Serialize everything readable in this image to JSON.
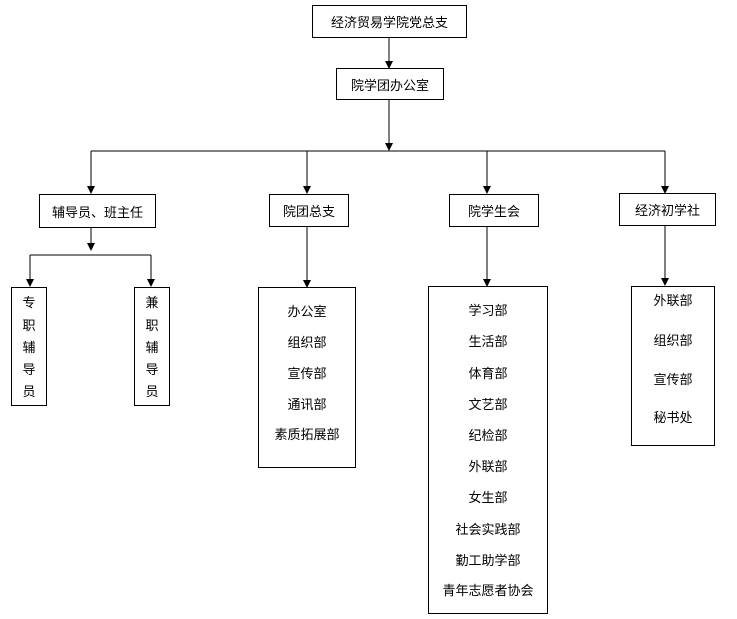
{
  "root": "经济贸易学院党总支",
  "office": "院学团办公室",
  "branches": {
    "counselor": "辅导员、班主任",
    "league": "院团总支",
    "union": "院学生会",
    "club": "经济初学社"
  },
  "counselor_types": {
    "fulltime": [
      "专",
      "职",
      "辅",
      "导",
      "员"
    ],
    "parttime": [
      "兼",
      "职",
      "辅",
      "导",
      "员"
    ]
  },
  "league_depts": [
    "办公室",
    "组织部",
    "宣传部",
    "通讯部",
    "素质拓展部"
  ],
  "union_depts": [
    "学习部",
    "生活部",
    "体育部",
    "文艺部",
    "纪检部",
    "外联部",
    "女生部",
    "社会实践部",
    "勤工助学部",
    "青年志愿者协会"
  ],
  "club_depts": [
    "外联部",
    "组织部",
    "宣传部",
    "秘书处"
  ]
}
